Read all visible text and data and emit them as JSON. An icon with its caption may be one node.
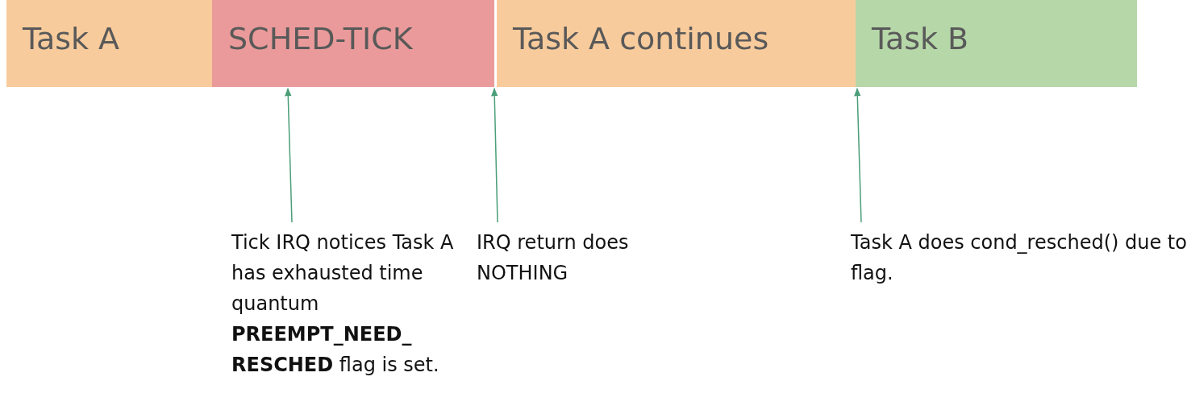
{
  "diagram": {
    "nodes": [
      {
        "text": [
          "Task A"
        ]
      },
      {
        "text": [
          "SCHED-TICK"
        ]
      },
      {
        "text": [
          "Task A continues"
        ]
      },
      {
        "text": [
          "Task B"
        ]
      },
      {
        "text": [
          "Tick IRQ notices Task A has exhausted time quantum **PREEMPT_NEED_ RESCHED** flag is set."
        ]
      },
      {
        "text": [
          "IRQ return does NOTHING"
        ]
      },
      {
        "text": [
          "Task A does cond_resched() due to flag."
        ]
      }
    ],
    "edges": [
      {
        "from": 4,
        "to": 1,
        "arrow": "to"
      },
      {
        "from": 5,
        "to": 2,
        "arrow": "to"
      },
      {
        "from": 6,
        "to": 3,
        "arrow": "to"
      }
    ]
  }
}
